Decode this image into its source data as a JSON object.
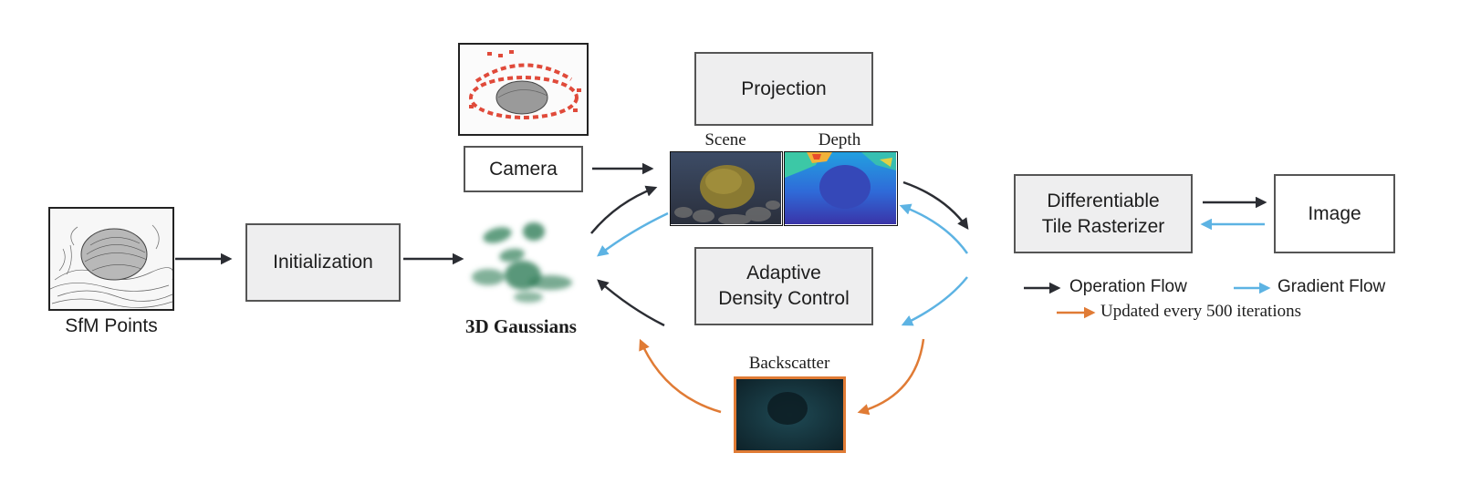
{
  "diagram": {
    "nodes": {
      "sfm_points": "SfM Points",
      "initialization": "Initialization",
      "gaussians": "3D Gaussians",
      "camera": "Camera",
      "projection": "Projection",
      "scene": "Scene",
      "depth": "Depth",
      "adaptive_density_line1": "Adaptive",
      "adaptive_density_line2": "Density Control",
      "backscatter": "Backscatter",
      "rasterizer_line1": "Differentiable",
      "rasterizer_line2": "Tile Rasterizer",
      "image": "Image"
    },
    "legend": {
      "operation_flow": "Operation Flow",
      "gradient_flow": "Gradient Flow",
      "updated": "Updated every 500 iterations"
    },
    "colors": {
      "operation": "#2b2d33",
      "gradient": "#5db3e3",
      "update": "#e07b35",
      "box_fill": "#eeeeef",
      "box_border": "#555555",
      "gaussian": "#2f7d57"
    }
  }
}
